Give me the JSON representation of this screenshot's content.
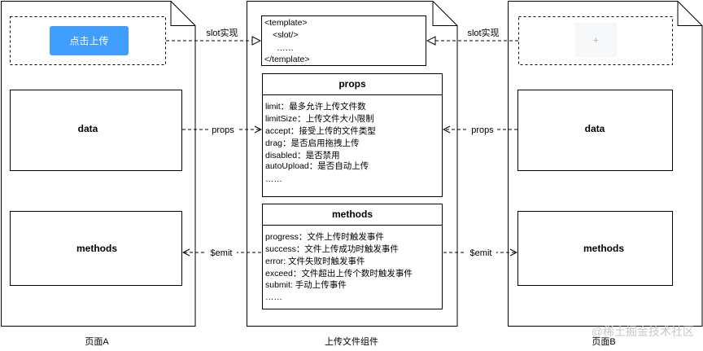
{
  "colors": {
    "line": "#000000",
    "upload_button": "#409eff",
    "upload_button_text": "#ffffff",
    "watermark": "#c7c7c7"
  },
  "left_doc": {
    "button": "点击上传",
    "data": "data",
    "methods": "methods",
    "caption": "页面A"
  },
  "center_doc": {
    "template_lines": [
      "<template>",
      "<slot/>",
      "……",
      "</template>"
    ],
    "props": {
      "title": "props",
      "items": [
        "limit：最多允许上传文件数",
        "limitSize：上传文件大小限制",
        "accept：接受上传的文件类型",
        "drag：是否启用拖拽上传",
        "disabled：是否禁用",
        "autoUpload：是否自动上传",
        "……"
      ]
    },
    "methods": {
      "title": "methods",
      "items": [
        "progress：文件上传时触发事件",
        "success：文件上传成功时触发事件",
        "error: 文件失败时触发事件",
        "exceed：文件超出上传个数时触发事件",
        "submit: 手动上传事件",
        "……"
      ]
    },
    "caption": "上传文件组件"
  },
  "right_doc": {
    "upload_plus": "+",
    "data": "data",
    "methods": "methods",
    "caption": "页面B"
  },
  "connectors": {
    "slot_left": "slot实现",
    "slot_right": "slot实现",
    "props_left": "props",
    "props_right": "props",
    "emit_left": "$emit",
    "emit_right": "$emit"
  },
  "watermark": "@稀土掘金技术社区"
}
